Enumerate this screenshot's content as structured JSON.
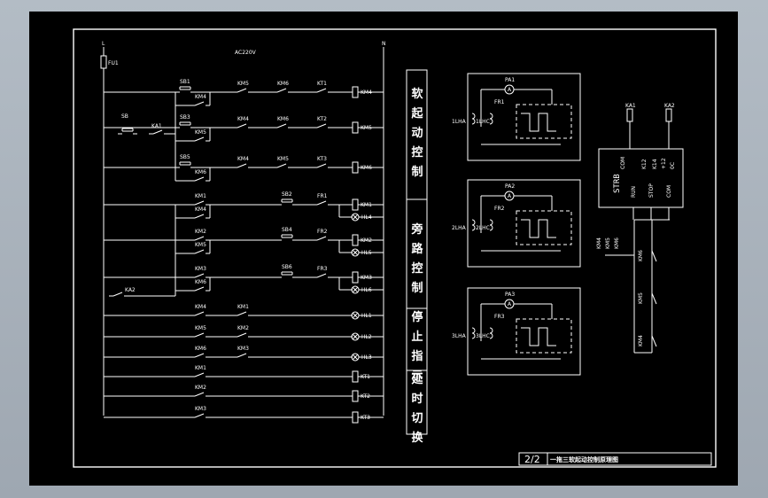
{
  "supply": {
    "voltage": "AC220V",
    "fuse": "FU1",
    "terminal_l": "L",
    "terminal_n": "N"
  },
  "rows": [
    {
      "contacts": [
        {
          "label": "SB1"
        },
        {
          "label": "KM5"
        },
        {
          "label": "KM6"
        },
        {
          "label": "KT1"
        }
      ],
      "coil": "KM4",
      "bypass": "KM4"
    },
    {
      "contacts": [
        {
          "label": "SB3"
        },
        {
          "label": "KM4"
        },
        {
          "label": "KM6"
        },
        {
          "label": "KT2"
        }
      ],
      "coil": "KM5",
      "bypass": "KM5"
    },
    {
      "contacts": [
        {
          "label": "SB5"
        },
        {
          "label": "KM4"
        },
        {
          "label": "KM5"
        },
        {
          "label": "KT3"
        }
      ],
      "coil": "KM6",
      "bypass": "KM6"
    },
    {
      "contacts": [
        {
          "label": "KM1"
        },
        {
          "label": "SB2"
        },
        {
          "label": "FR1"
        }
      ],
      "coil": "KM1",
      "lamp": "HL4",
      "bypass": "KM4"
    },
    {
      "contacts": [
        {
          "label": "KM2"
        },
        {
          "label": "SB4"
        },
        {
          "label": "FR2"
        }
      ],
      "coil": "KM2",
      "lamp": "HL5",
      "bypass": "KM5"
    },
    {
      "contacts": [
        {
          "label": "KM3"
        },
        {
          "label": "SB6"
        },
        {
          "label": "FR3"
        }
      ],
      "coil": "KM3",
      "lamp": "HL6",
      "bypass": "KM6"
    },
    {
      "contacts": [
        {
          "label": "KM4"
        },
        {
          "label": "KM1"
        }
      ],
      "lamp": "HL1"
    },
    {
      "contacts": [
        {
          "label": "KM5"
        },
        {
          "label": "KM2"
        }
      ],
      "lamp": "HL2"
    },
    {
      "contacts": [
        {
          "label": "KM6"
        },
        {
          "label": "KM3"
        }
      ],
      "lamp": "HL3"
    },
    {
      "contacts": [
        {
          "label": "KM1"
        }
      ],
      "coil": "KT1"
    },
    {
      "contacts": [
        {
          "label": "KM2"
        }
      ],
      "coil": "KT2"
    },
    {
      "contacts": [
        {
          "label": "KM3"
        }
      ],
      "coil": "KT3"
    }
  ],
  "start_label": "SB",
  "ka1_label": "KA1",
  "ka2_label": "KA2",
  "sections": [
    {
      "text": "软起动控制"
    },
    {
      "text": "旁路控制"
    },
    {
      "text": "停止指示"
    },
    {
      "text": "延时切换"
    }
  ],
  "meters": [
    {
      "ammeter": "PA1",
      "ammeter_symbol": "A",
      "relay": "FR1",
      "ct_left": "1LHA",
      "ct_right": "1LHC"
    },
    {
      "ammeter": "PA2",
      "ammeter_symbol": "A",
      "relay": "FR2",
      "ct_left": "2LHA",
      "ct_right": "2LHC"
    },
    {
      "ammeter": "PA3",
      "ammeter_symbol": "A",
      "relay": "FR3",
      "ct_left": "3LHA",
      "ct_right": "3LHC"
    }
  ],
  "starter": {
    "name": "STRB",
    "terminals_top": [
      "COM",
      "K12",
      "K14",
      "+12",
      "0C"
    ],
    "terminals_bottom": [
      "RUN",
      "STOP",
      "COM"
    ],
    "ka_top": [
      "KA1",
      "KA2"
    ],
    "km_contacts": [
      "KM4",
      "KM5",
      "KM6"
    ],
    "km_series": [
      "KM6",
      "KM5",
      "KM4"
    ]
  },
  "title_block": {
    "page": "2/2",
    "title": "一拖三软起动控制原理图"
  }
}
